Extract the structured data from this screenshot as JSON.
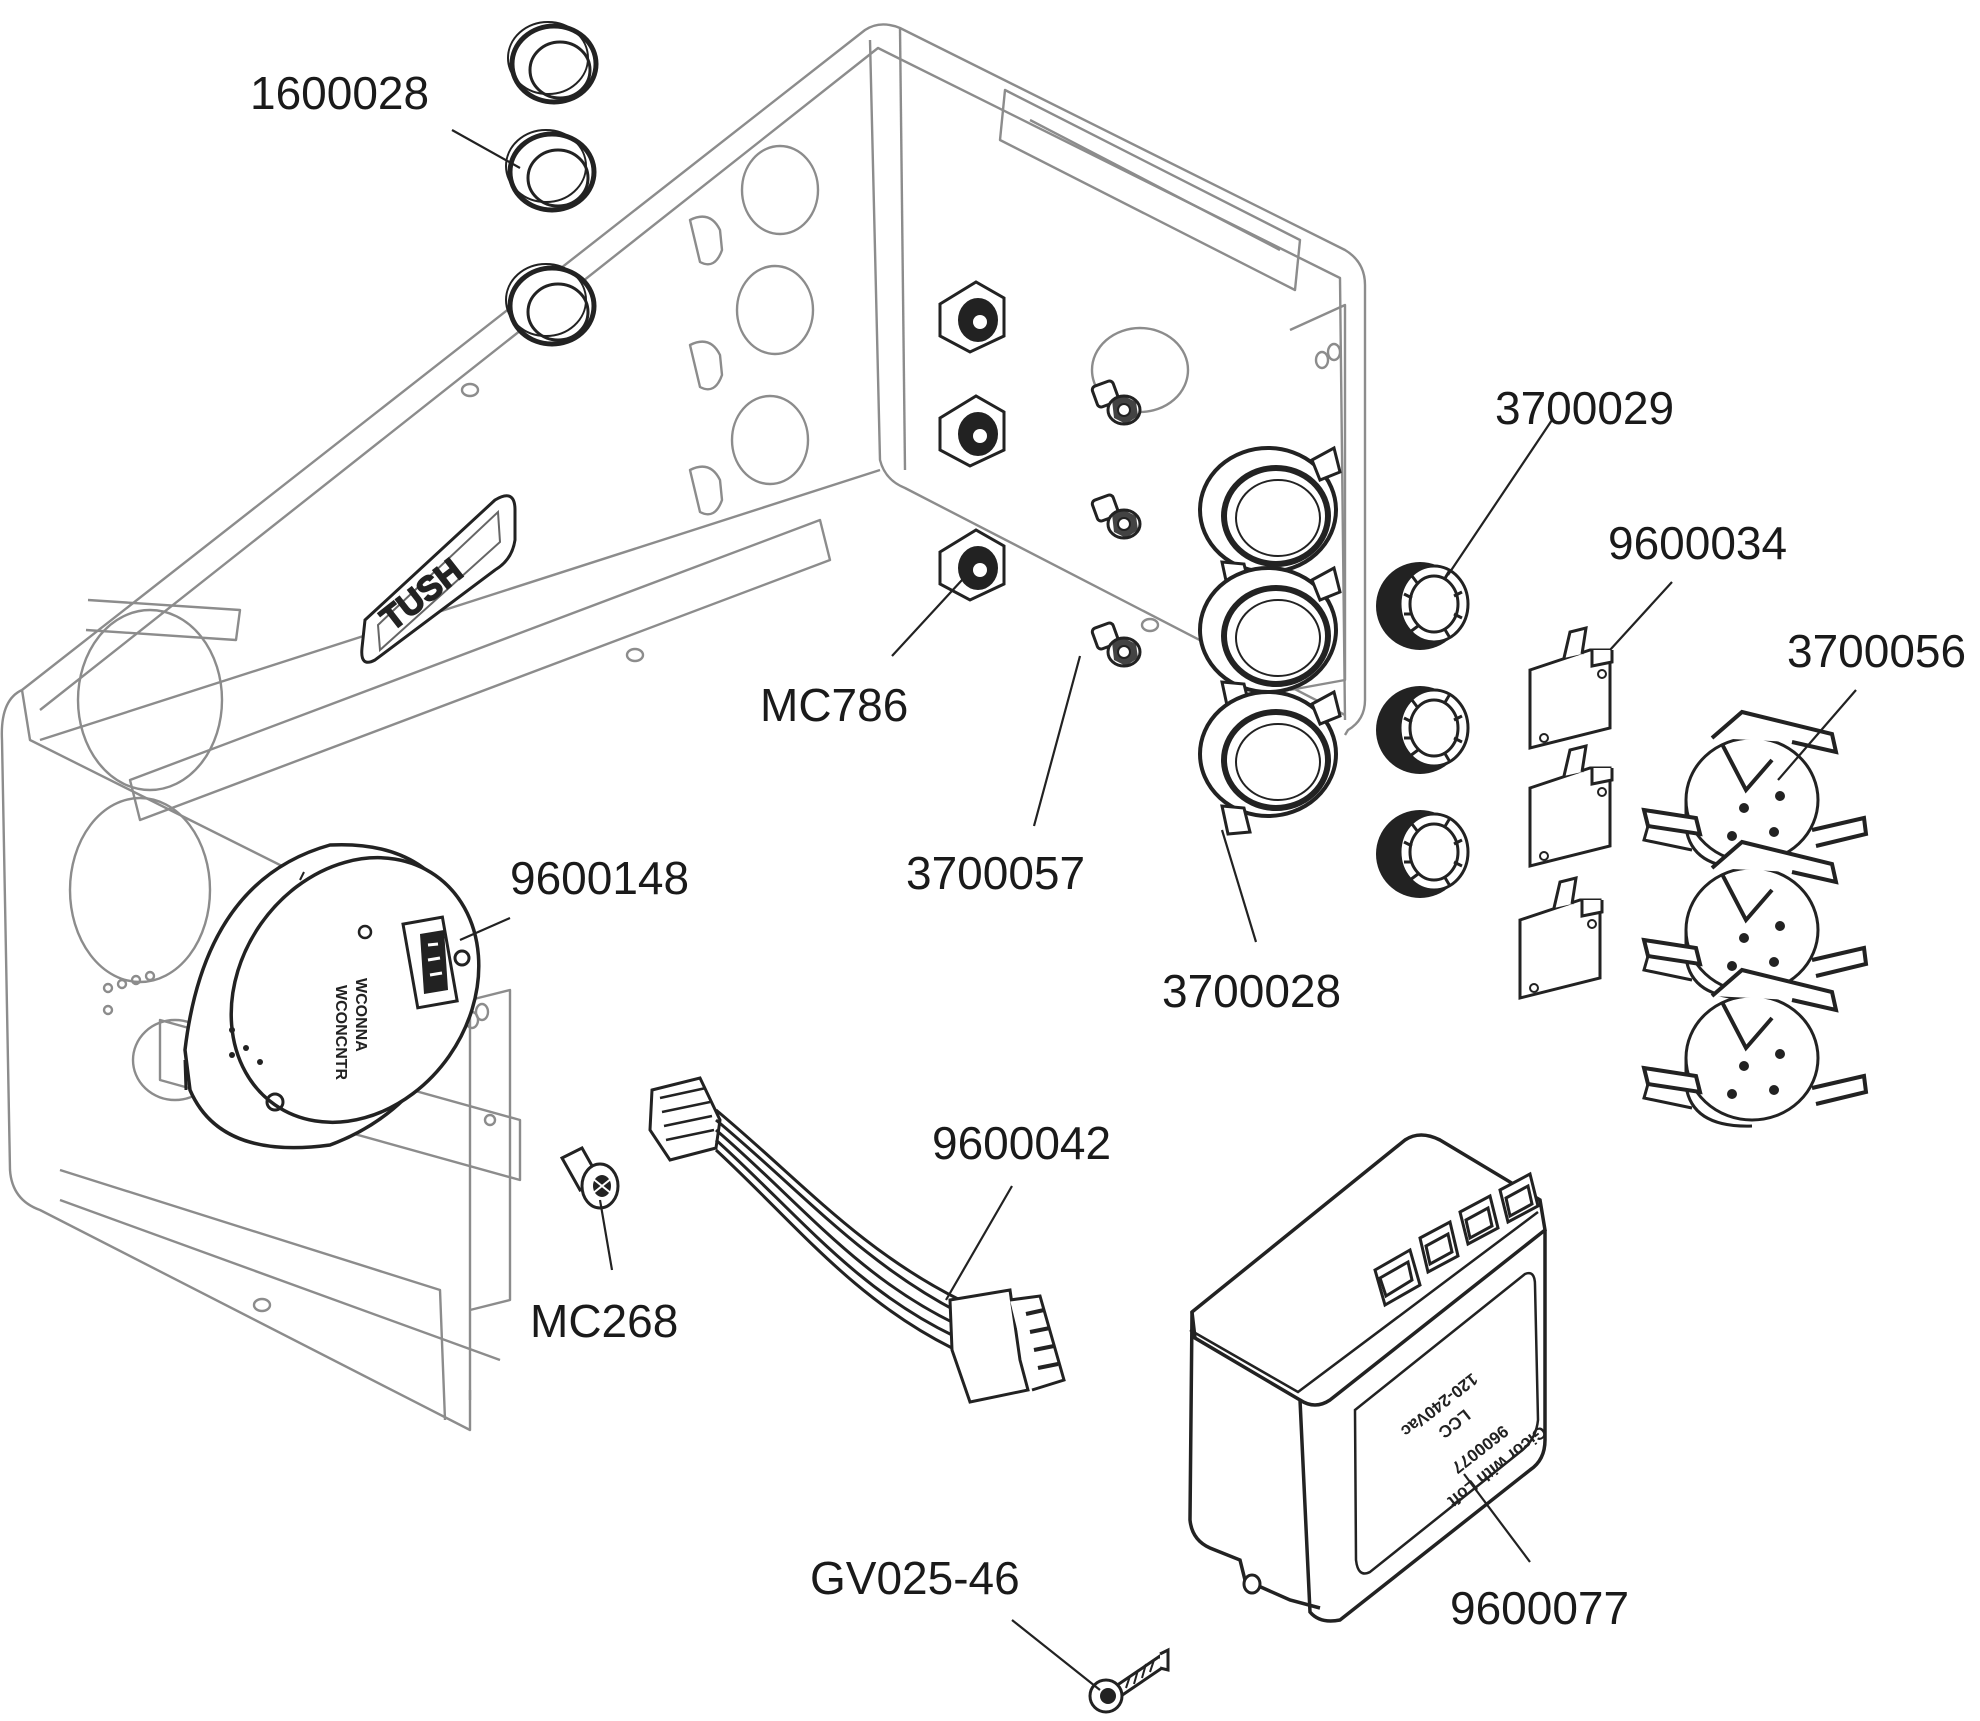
{
  "part_labels": {
    "p1600028": "1600028",
    "p3700029": "3700029",
    "p9600034": "9600034",
    "p3700056": "3700056",
    "mc786": "MC786",
    "p9600148": "9600148",
    "p3700057": "3700057",
    "p3700028": "3700028",
    "p9600042": "9600042",
    "mc268": "MC268",
    "gv025_46": "GV025-46",
    "p9600077": "9600077"
  },
  "module_9600148": {
    "line1": "WCONNA",
    "line2": "WCONCNTR"
  },
  "module_9600077": {
    "line1": "Gicor with Loft",
    "line2": "9600077",
    "line3": "LCC",
    "line4": "120-240Vac"
  },
  "enclosure_emboss": "TUSH",
  "colors": {
    "line": "#222222",
    "faint_line": "#9a9a9a",
    "fill": "#ffffff"
  }
}
